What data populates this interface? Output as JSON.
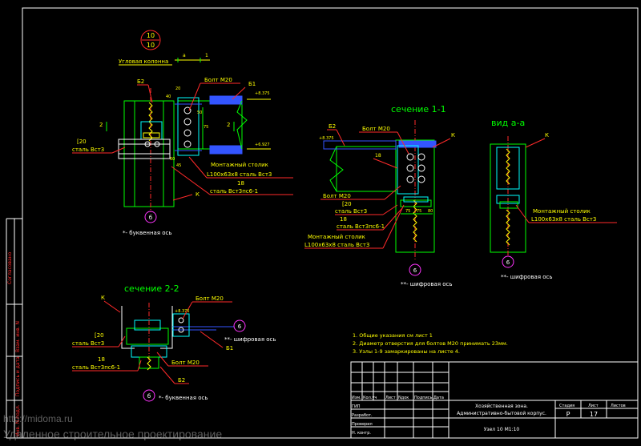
{
  "colors": {
    "bg": "#000000",
    "frame": "#ffffff",
    "yellow": "#ffff00",
    "green": "#00ff00",
    "cyan": "#00ffff",
    "red": "#ff2a2a",
    "magenta": "#ff33ff",
    "blue": "#3355ff",
    "white": "#ffffff"
  },
  "node_marker": {
    "top": "10",
    "bottom": "10"
  },
  "view_main": {
    "title": "Угловая колонна",
    "dim_a": "а",
    "dim_1": "1",
    "b2": "Б2",
    "b1": "Б1",
    "bolt": "Болт М20",
    "elev_top": "+8.375",
    "elev_bot": "+6.927",
    "dim_20": "20",
    "dim_40": "40",
    "dim_75": "75",
    "dim_50": "50",
    "dim_45": "45",
    "dim_60": "60",
    "sec2": "2",
    "channel": "[20",
    "channel_steel": "сталь Вст3",
    "angle_label": "Монтажный столик",
    "angle_spec": "L100x63x8 сталь Вст3",
    "plate": "18",
    "plate_steel": "сталь Вст3пс6-1",
    "k": "К",
    "axis": "б",
    "axis_note": "*- буквенная ось"
  },
  "view_section11": {
    "title": "сечение 1-1",
    "b2": "Б2",
    "bolt_top": "Болт М20",
    "elev": "+8.375",
    "k": "К",
    "plate_num": "18",
    "bolt_low": "Болт М20",
    "channel": "[20",
    "channel_steel": "сталь Вст3",
    "plate": "18",
    "plate_steel": "сталь Вст3пс6-1",
    "angle_label": "Монтажный столик",
    "angle_spec": "L100x63x8 сталь Вст3",
    "dims": [
      "75",
      "75",
      "80"
    ],
    "axis": "6",
    "axis_note": "**- шифровая ось"
  },
  "view_a": {
    "title": "вид а-а",
    "k": "К",
    "angle_label": "Монтажный столик",
    "angle_spec": "L100x63x8 сталь Вст3",
    "axis": "6",
    "axis_note": "**- шифровая ось"
  },
  "view_section22": {
    "title": "сечение 2-2",
    "k": "К",
    "bolt_top": "Болт М20",
    "elev": "+8.375",
    "channel": "[20",
    "channel_steel": "сталь Вст3",
    "plate": "18",
    "plate_steel": "сталь Вст3пс6-1",
    "bolt_bot": "Болт М20",
    "b2": "Б2",
    "b1": "Б1",
    "axis_right": "6",
    "axis_right_note": "**- шифровая ось",
    "axis_bottom": "б",
    "axis_bottom_note": "*- буквенная ось"
  },
  "notes": [
    "1.  Общие указания см лист 1",
    "2.  Диаметр отверстия для болтов М20 принимать 23мм.",
    "3.  Узлы 1-9 замаркированы на листе 4."
  ],
  "title_block": {
    "headers": [
      "Изм.",
      "Кол.уч",
      "Лист",
      "Nдок",
      "Подпись",
      "Дата"
    ],
    "roles": [
      "ГИП",
      "Разработ.",
      "Проверил",
      "Н. контр."
    ],
    "project_line1": "Хозяйственная зона.",
    "project_line2": "Административно-бытовой корпус.",
    "sheet_title": "Узел 10 М1:10",
    "stage_label": "Стадия",
    "sheet_label": "Лист",
    "sheets_label": "Листов",
    "stage": "Р",
    "sheet": "17",
    "sheets": ""
  },
  "side_strip": [
    "Согласовано",
    "Взам. инв. N",
    "Подпись и дата",
    "Инв. N подл."
  ],
  "watermark": {
    "url": "http://midoma.ru",
    "text": "Удаленное строительное проектирование"
  }
}
